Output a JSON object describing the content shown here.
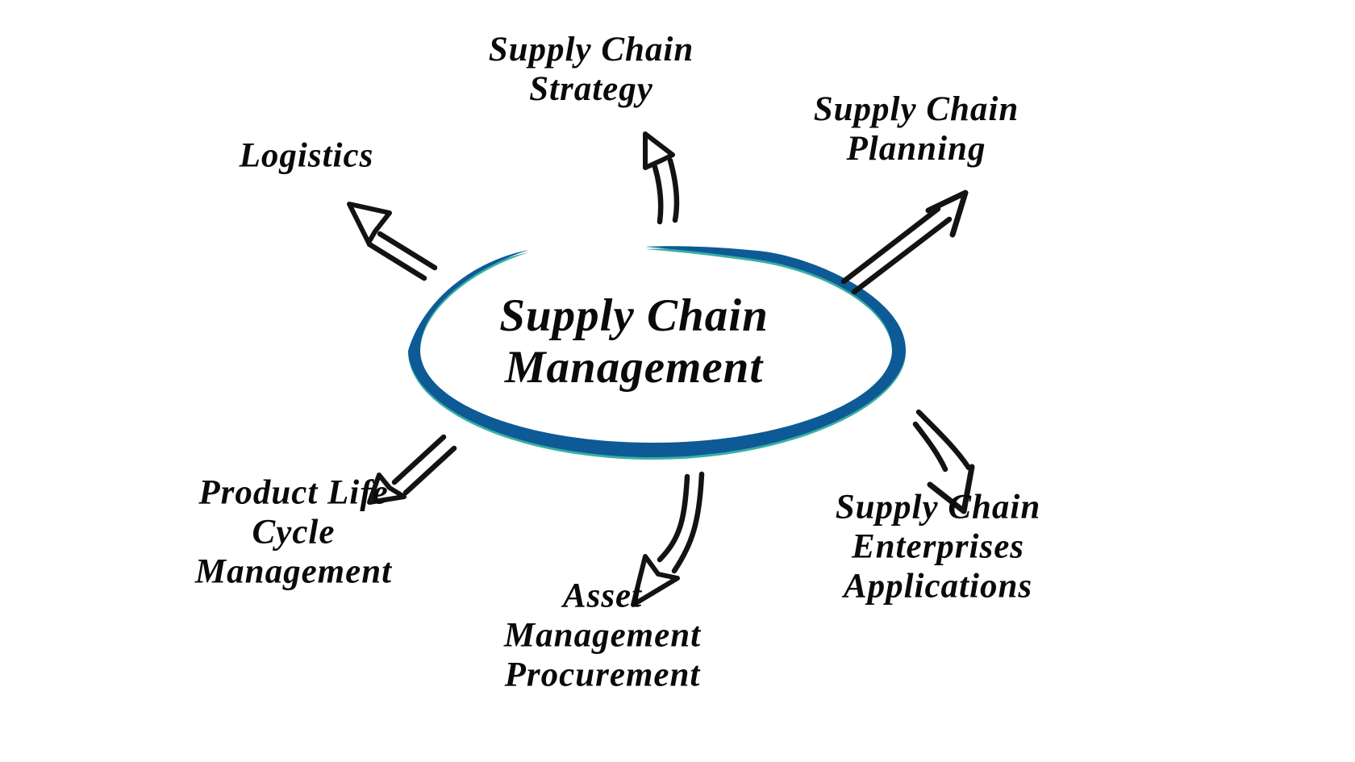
{
  "diagram": {
    "center": {
      "label": "Supply Chain\nManagement"
    },
    "nodes": {
      "strategy": {
        "label": "Supply Chain\nStrategy"
      },
      "planning": {
        "label": "Supply Chain\nPlanning"
      },
      "logistics": {
        "label": "Logistics"
      },
      "plm": {
        "label": "Product Life\nCycle\nManagement"
      },
      "asset": {
        "label": "Asset\nManagement\nProcurement"
      },
      "enterprise": {
        "label": "Supply Chain\nEnterprises\nApplications"
      }
    }
  },
  "colors": {
    "background": "#ffffff",
    "ellipse_fill": "#0d5a96",
    "ellipse_fringe": "#14a292",
    "arrow_ink": "#131313",
    "text_ink": "#0a0a0a"
  }
}
